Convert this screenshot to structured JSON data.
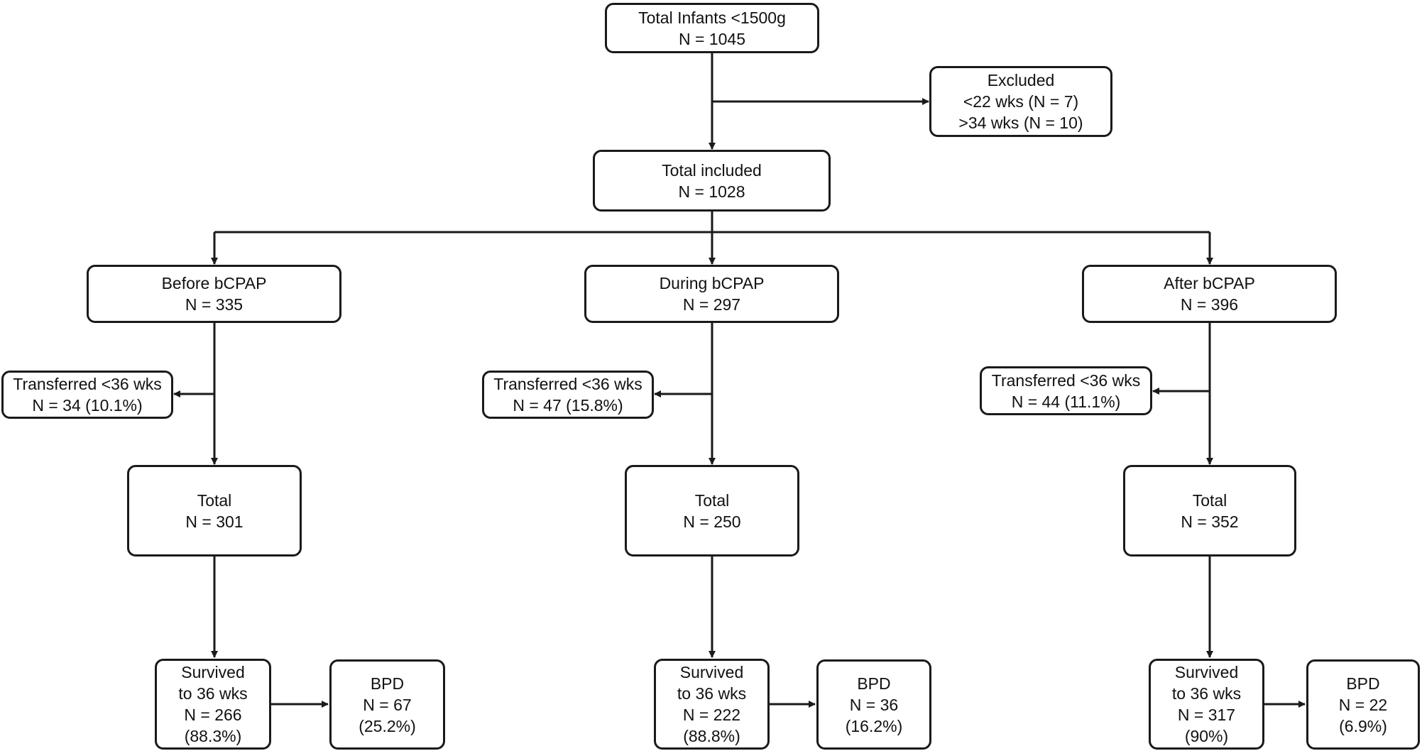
{
  "flowchart": {
    "total_infants": {
      "lines": [
        "Total Infants <1500g",
        "N = 1045"
      ]
    },
    "excluded": {
      "lines": [
        "Excluded",
        "<22 wks (N = 7)",
        ">34 wks (N = 10)"
      ]
    },
    "total_included": {
      "lines": [
        "Total included",
        "N = 1028"
      ]
    },
    "groups": [
      {
        "period": {
          "lines": [
            "Before bCPAP",
            "N = 335"
          ]
        },
        "transferred": {
          "lines": [
            "Transferred <36 wks",
            "N = 34 (10.1%)"
          ]
        },
        "total": {
          "lines": [
            "Total",
            "N = 301"
          ]
        },
        "survived": {
          "lines": [
            "Survived",
            "to 36 wks",
            "N = 266",
            "(88.3%)"
          ]
        },
        "bpd": {
          "lines": [
            "BPD",
            "N = 67",
            "(25.2%)"
          ]
        }
      },
      {
        "period": {
          "lines": [
            "During bCPAP",
            "N = 297"
          ]
        },
        "transferred": {
          "lines": [
            "Transferred <36 wks",
            "N = 47 (15.8%)"
          ]
        },
        "total": {
          "lines": [
            "Total",
            "N = 250"
          ]
        },
        "survived": {
          "lines": [
            "Survived",
            "to 36 wks",
            "N = 222",
            "(88.8%)"
          ]
        },
        "bpd": {
          "lines": [
            "BPD",
            "N = 36",
            "(16.2%)"
          ]
        }
      },
      {
        "period": {
          "lines": [
            "After bCPAP",
            "N = 396"
          ]
        },
        "transferred": {
          "lines": [
            "Transferred <36 wks",
            "N = 44 (11.1%)"
          ]
        },
        "total": {
          "lines": [
            "Total",
            "N = 352"
          ]
        },
        "survived": {
          "lines": [
            "Survived",
            "to 36 wks",
            "N = 317",
            "(90%)"
          ]
        },
        "bpd": {
          "lines": [
            "BPD",
            "N = 22",
            "(6.9%)"
          ]
        }
      }
    ]
  }
}
